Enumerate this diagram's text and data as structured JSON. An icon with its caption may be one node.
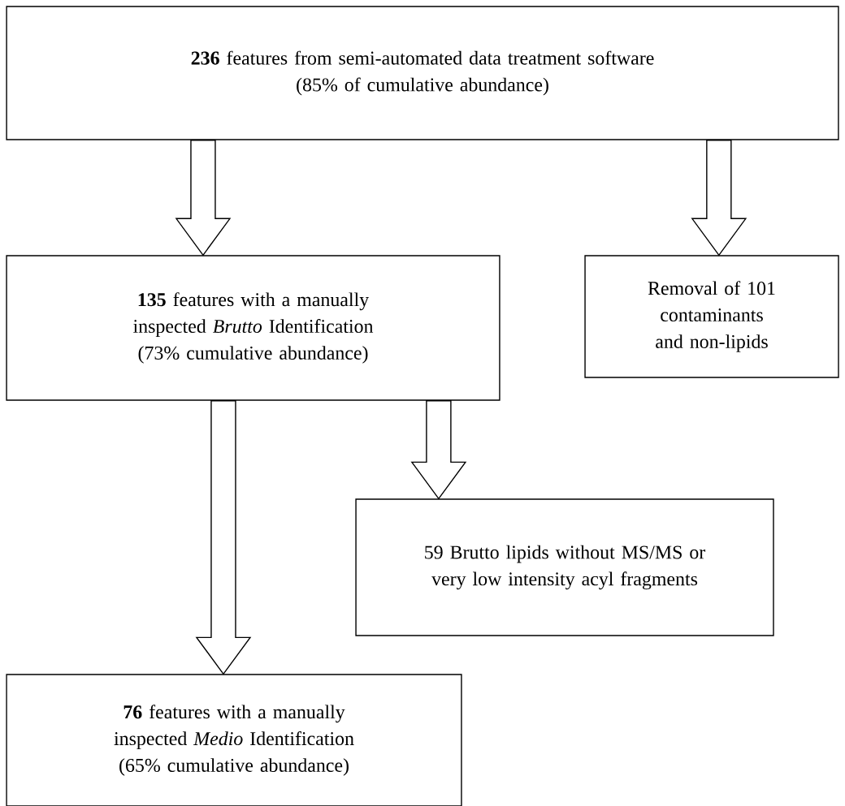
{
  "diagram": {
    "nodes": [
      {
        "text": [
          "**236** features from semi-automated data treatment software",
          "(85% of cumulative abundance)"
        ]
      },
      {
        "text": [
          "**135** features with a manually inspected *Brutto* Identification",
          "(73% cumulative abundance)"
        ]
      },
      {
        "text": [
          "Removal of 101 contaminants and non-lipids"
        ]
      },
      {
        "text": [
          "59 Brutto lipids without MS/MS or very low intensity acyl fragments"
        ]
      },
      {
        "text": [
          "**76** features with a manually inspected *Medio* Identification",
          "(65% cumulative abundance)"
        ]
      }
    ],
    "edges": [
      {
        "from": 0,
        "to": 1,
        "arrow": "to"
      },
      {
        "from": 0,
        "to": 2,
        "arrow": "to"
      },
      {
        "from": 1,
        "to": 4,
        "arrow": "to"
      },
      {
        "from": 1,
        "to": 3,
        "arrow": "to"
      }
    ]
  }
}
